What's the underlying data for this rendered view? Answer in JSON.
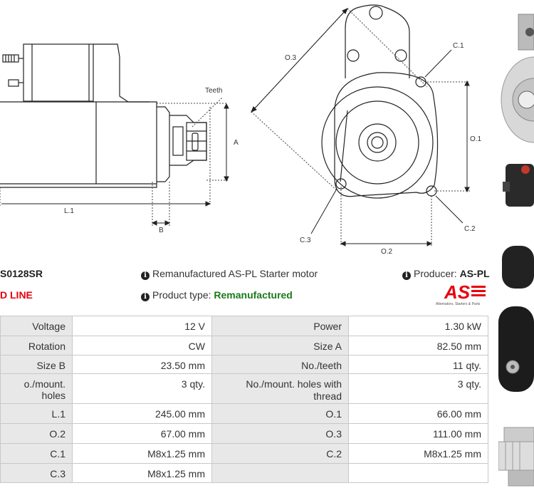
{
  "product": {
    "code": "S0128SR",
    "line": "D LINE",
    "description": "Remanufactured AS-PL Starter motor",
    "type_label": "Product type: ",
    "type_value": "Remanufactured",
    "producer_label": "Producer: ",
    "producer_value": "AS-PL"
  },
  "logo": {
    "text": "AS",
    "caption": "Alternators, Starters & Parts",
    "color": "#e8000d"
  },
  "diagram": {
    "labels": {
      "teeth": "Teeth",
      "a": "A",
      "b": "B",
      "l1": "L.1",
      "o1": "O.1",
      "o2": "O.2",
      "o3": "O.3",
      "c1": "C.1",
      "c2": "C.2",
      "c3": "C.3"
    }
  },
  "specs": [
    [
      {
        "k": "Voltage",
        "v": "12 V"
      },
      {
        "k": "Power",
        "v": "1.30 kW"
      }
    ],
    [
      {
        "k": "Rotation",
        "v": "CW"
      },
      {
        "k": "Size A",
        "v": "82.50 mm"
      }
    ],
    [
      {
        "k": "Size B",
        "v": "23.50 mm"
      },
      {
        "k": "No./teeth",
        "v": "11 qty."
      }
    ],
    [
      {
        "k": "o./mount. holes",
        "v": "3 qty."
      },
      {
        "k": "No./mount. holes with thread",
        "v": "3 qty."
      }
    ],
    [
      {
        "k": "L.1",
        "v": "245.00 mm"
      },
      {
        "k": "O.1",
        "v": "66.00 mm"
      }
    ],
    [
      {
        "k": "O.2",
        "v": "67.00 mm"
      },
      {
        "k": "O.3",
        "v": "111.00 mm"
      }
    ],
    [
      {
        "k": "C.1",
        "v": "M8x1.25 mm"
      },
      {
        "k": "C.2",
        "v": "M8x1.25 mm"
      }
    ],
    [
      {
        "k": "C.3",
        "v": "M8x1.25 mm"
      },
      {
        "k": "",
        "v": ""
      }
    ]
  ]
}
